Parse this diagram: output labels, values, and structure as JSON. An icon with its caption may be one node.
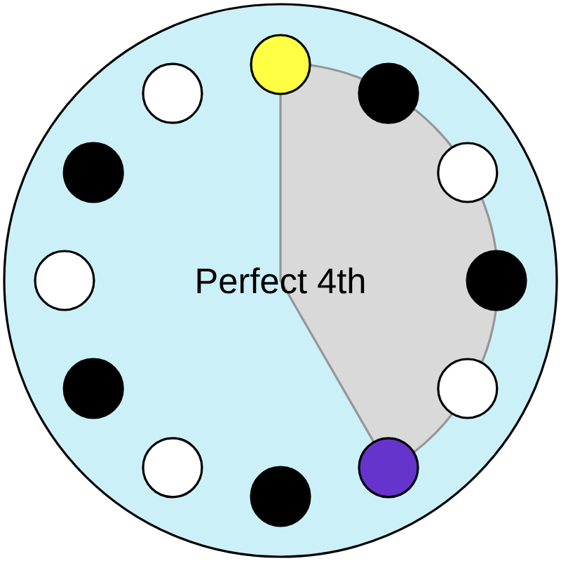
{
  "diagram": {
    "nodes": [
      {
        "text": [
          "Perfect 4th"
        ]
      },
      {
        "text": [],
        "shape": "circle",
        "in": 0
      },
      {
        "text": [],
        "shape": "circle",
        "in": 0
      },
      {
        "text": [],
        "shape": "circle",
        "in": 0
      },
      {
        "text": [],
        "shape": "circle",
        "in": 0
      },
      {
        "text": [],
        "shape": "circle",
        "in": 0
      },
      {
        "text": [],
        "shape": "circle",
        "in": 0
      },
      {
        "text": [],
        "shape": "circle",
        "in": 0
      },
      {
        "text": [],
        "shape": "circle",
        "in": 0
      },
      {
        "text": [],
        "shape": "circle",
        "in": 0
      },
      {
        "text": [],
        "shape": "circle",
        "in": 0
      },
      {
        "text": [],
        "shape": "circle",
        "in": 0
      },
      {
        "text": [],
        "shape": "circle",
        "in": 0
      }
    ]
  }
}
